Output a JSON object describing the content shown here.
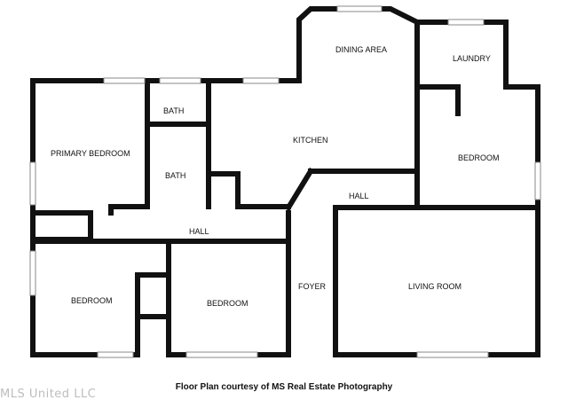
{
  "rooms": {
    "dining_area": "DINING AREA",
    "laundry": "LAUNDRY",
    "bath_upper": "BATH",
    "bath_lower": "BATH",
    "kitchen": "KITCHEN",
    "primary_bedroom": "PRIMARY BEDROOM",
    "bedroom_right": "BEDROOM",
    "hall_right": "HALL",
    "hall_left": "HALL",
    "bedroom_bottom_left": "BEDROOM",
    "bedroom_bottom_center": "BEDROOM",
    "foyer": "FOYER",
    "living_room": "LIVING ROOM"
  },
  "caption": "Floor Plan courtesy of MS Real Estate Photography",
  "watermark": "MLS United LLC",
  "colors": {
    "wall": "#111111",
    "window": "#888888",
    "watermark": "#bdbdbd"
  }
}
